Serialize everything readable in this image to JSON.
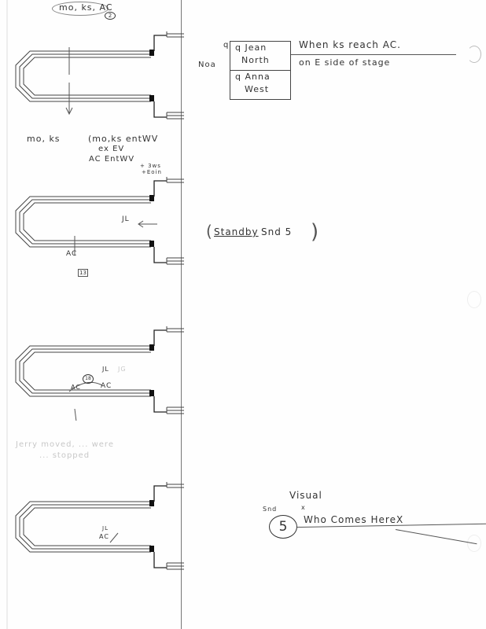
{
  "diagram1": {
    "top_label": "mo, ks, AC",
    "top_badge": "2",
    "below_label": "mo, ks",
    "note_line1": "(mo,ks entWV",
    "note_line2": "ex EV",
    "note_line3": "AC EntWV",
    "note_line4": "+ 3ws",
    "note_line5": "+Eoin"
  },
  "diagram2": {
    "jl_label": "JL",
    "ac_label": "AC",
    "badge": "13"
  },
  "diagram3": {
    "jl_label": "JL",
    "jg_label": "JG",
    "ac_label": "AC",
    "badge": "18",
    "ac2_label": "AC"
  },
  "diagram4": {
    "jl_label": "JL",
    "ac_label": "AC"
  },
  "faint_note": "Jerry moved, ... were",
  "faint_note2": "... stopped",
  "cue_box": {
    "prefix": "Noa",
    "q_mark": "q",
    "items": [
      {
        "line1": "q Jean",
        "line2": "North"
      },
      {
        "line1": "q Anna",
        "line2": "West"
      }
    ]
  },
  "cue_note": {
    "line1": "When ks reach AC.",
    "line2": "on E side of stage"
  },
  "standby": {
    "word": "Standby",
    "rest": "Snd 5"
  },
  "sound_cue": {
    "snd": "Snd",
    "number": "5",
    "visual": "Visual",
    "x": "x",
    "line": "Who Comes HereX"
  }
}
